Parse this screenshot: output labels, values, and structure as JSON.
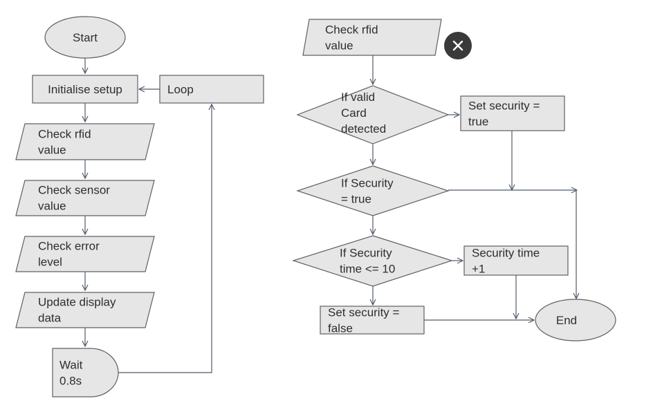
{
  "flowchart": {
    "nodes": {
      "start": [
        "Start"
      ],
      "init": [
        "Initialise setup"
      ],
      "loop": [
        "Loop"
      ],
      "check_rfid_left": [
        "Check rfid",
        "value"
      ],
      "check_sensor": [
        "Check sensor",
        "value"
      ],
      "check_error": [
        "Check error",
        "level"
      ],
      "update_display": [
        "Update display",
        "data"
      ],
      "wait": [
        "Wait",
        "0.8s"
      ],
      "check_rfid_right": [
        "Check rfid",
        "value"
      ],
      "if_valid_card": [
        "If valid",
        "Card",
        "detected"
      ],
      "set_security_true": [
        "Set security =",
        "true"
      ],
      "if_security_true": [
        "If Security",
        "= true"
      ],
      "if_security_time": [
        "If Security",
        "time <= 10"
      ],
      "security_time_inc": [
        "Security time",
        "+1"
      ],
      "set_security_false": [
        "Set security =",
        "false"
      ],
      "end": [
        "End"
      ]
    }
  },
  "close_button": {
    "icon": "close-icon"
  }
}
